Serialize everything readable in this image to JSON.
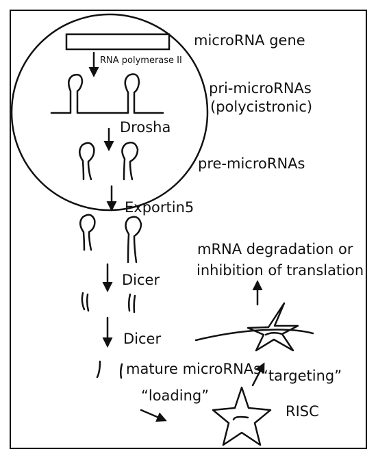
{
  "labels": {
    "gene": "microRNA gene",
    "polymerase": "RNA polymerase II",
    "pri": "pri-microRNAs",
    "polycistronic": "(polycistronic)",
    "drosha": "Drosha",
    "pre": "pre-microRNAs",
    "exportin": "Exportin5",
    "dicer1": "Dicer",
    "dicer2": "Dicer",
    "mature": "mature microRNAs",
    "loading": "“loading”",
    "targeting": "“targeting”",
    "risc": "RISC",
    "outcome_line1": "mRNA degradation or",
    "outcome_line2": "inhibition of translation"
  },
  "colors": {
    "line": "#111111",
    "background": "#ffffff"
  }
}
